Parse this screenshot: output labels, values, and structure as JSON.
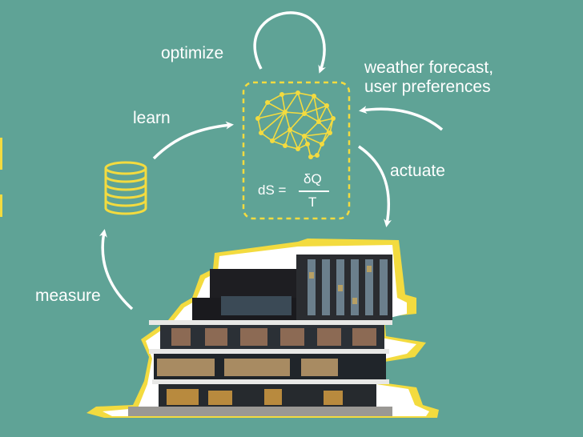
{
  "labels": {
    "optimize": "optimize",
    "learn": "learn",
    "weather_line1": "weather forecast,",
    "weather_line2": "user preferences",
    "actuate": "actuate",
    "measure": "measure"
  },
  "formula": {
    "lhs": "dS =",
    "numerator": "δQ",
    "denominator": "T"
  },
  "icons": {
    "brain": "brain-network-icon",
    "database": "database-icon",
    "building": "building-photo"
  },
  "colors": {
    "background": "#5fa396",
    "accent": "#f3db3f",
    "text": "#ffffff"
  }
}
